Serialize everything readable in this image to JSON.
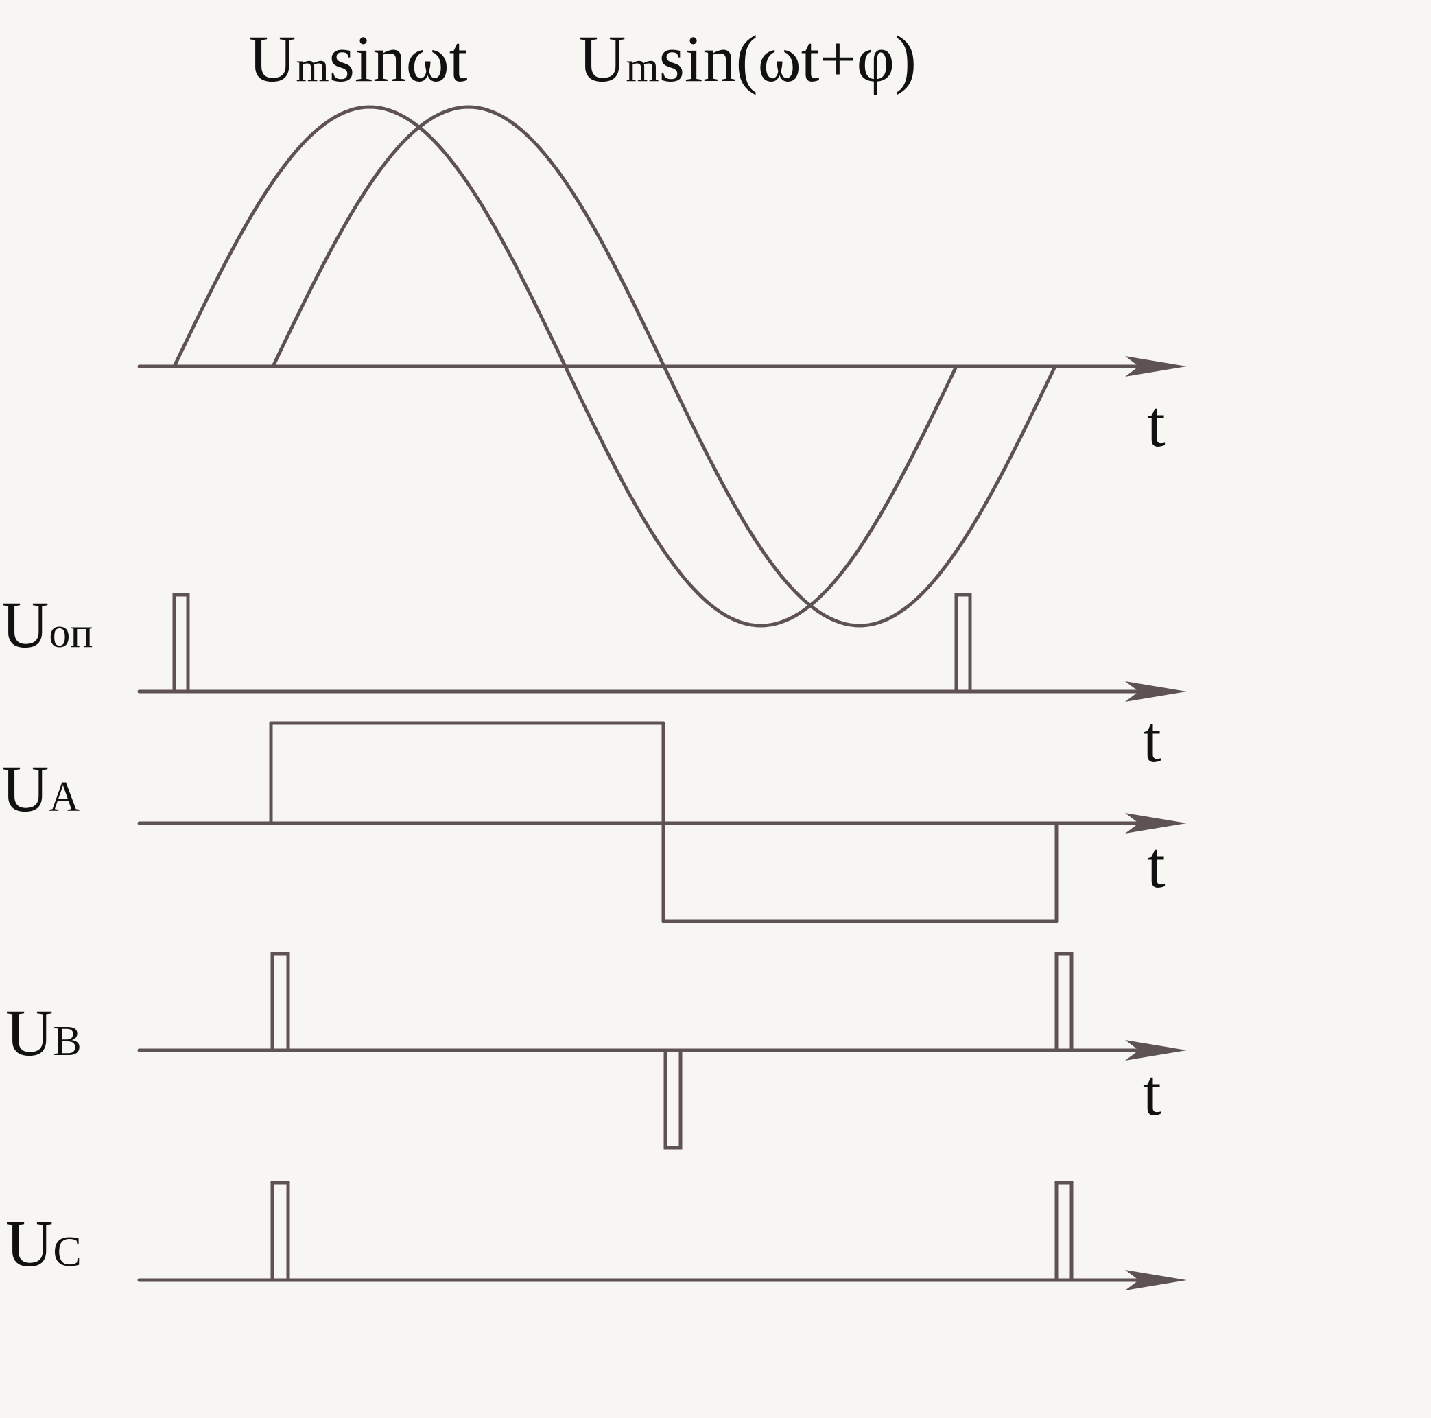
{
  "colors": {
    "line": "#5e5252",
    "text": "#111111",
    "background": "#f8f6f3"
  },
  "header": {
    "label1": {
      "main": "U",
      "sub": "m",
      "rest": "sinωt"
    },
    "label2": {
      "main": "U",
      "sub": "m",
      "rest": "sin(ωt+φ)"
    }
  },
  "channels": {
    "uop": {
      "main": "U",
      "sub": "оп"
    },
    "ua": {
      "main": "U",
      "sub": "A"
    },
    "ub": {
      "main": "U",
      "sub": "B"
    },
    "uc": {
      "main": "U",
      "sub": "C"
    }
  },
  "axis_label": "t"
}
